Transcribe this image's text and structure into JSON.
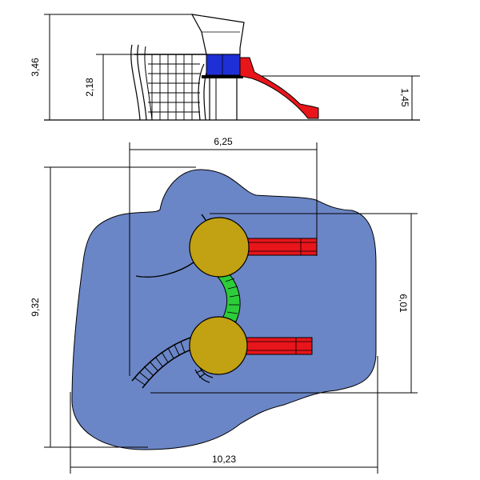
{
  "dimensions": {
    "total_height": "3,46",
    "deck_height": "2,18",
    "slide_height": "1,45",
    "top_width": "6,25",
    "total_depth": "9,32",
    "slide_depth": "6,01",
    "total_width": "10,23"
  },
  "colors": {
    "safety_zone": "#6b86c6",
    "platform": "#c2a112",
    "slide": "#e8151b",
    "bridge": "#2ccc3a",
    "roof_panel": "#1f2fd6",
    "line": "#000000"
  }
}
